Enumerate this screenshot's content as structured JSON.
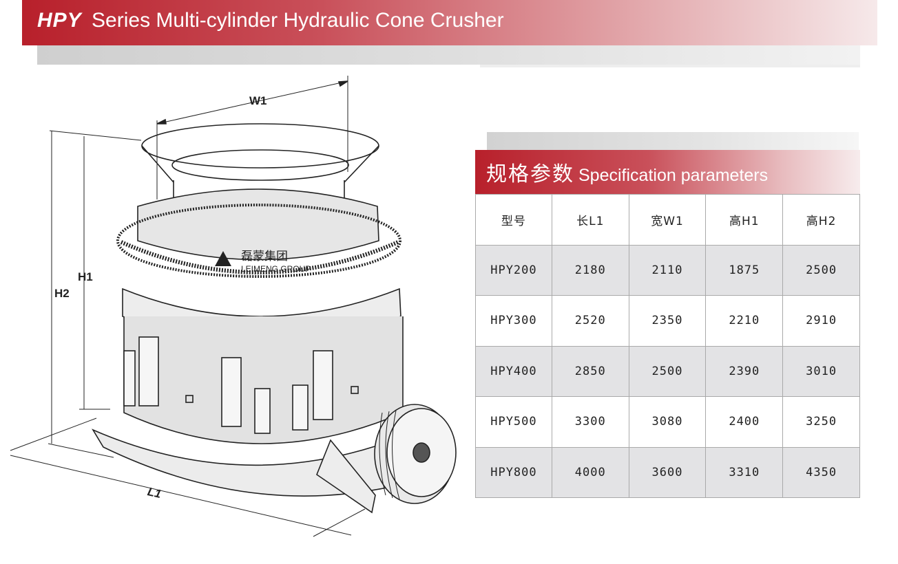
{
  "header": {
    "series": "HPY",
    "title": "Series Multi-cylinder Hydraulic Cone Crusher"
  },
  "spec": {
    "title_cn": "规格参数",
    "title_en": "Specification parameters",
    "columns": [
      "型号",
      "长L1",
      "宽W1",
      "高H1",
      "高H2"
    ],
    "rows": [
      [
        "HPY200",
        "2180",
        "2110",
        "1875",
        "2500"
      ],
      [
        "HPY300",
        "2520",
        "2350",
        "2210",
        "2910"
      ],
      [
        "HPY400",
        "2850",
        "2500",
        "2390",
        "3010"
      ],
      [
        "HPY500",
        "3300",
        "3080",
        "2400",
        "3250"
      ],
      [
        "HPY800",
        "4000",
        "3600",
        "3310",
        "4350"
      ]
    ]
  },
  "drawing": {
    "dims": {
      "w1": "W1",
      "h1": "H1",
      "h2": "H2",
      "l1": "L1"
    },
    "logo_cn": "磊蒙集团",
    "logo_en": "LEIMENG GROUP"
  },
  "colors": {
    "accent": "#b8202b",
    "row_shade": "#e3e3e5"
  }
}
